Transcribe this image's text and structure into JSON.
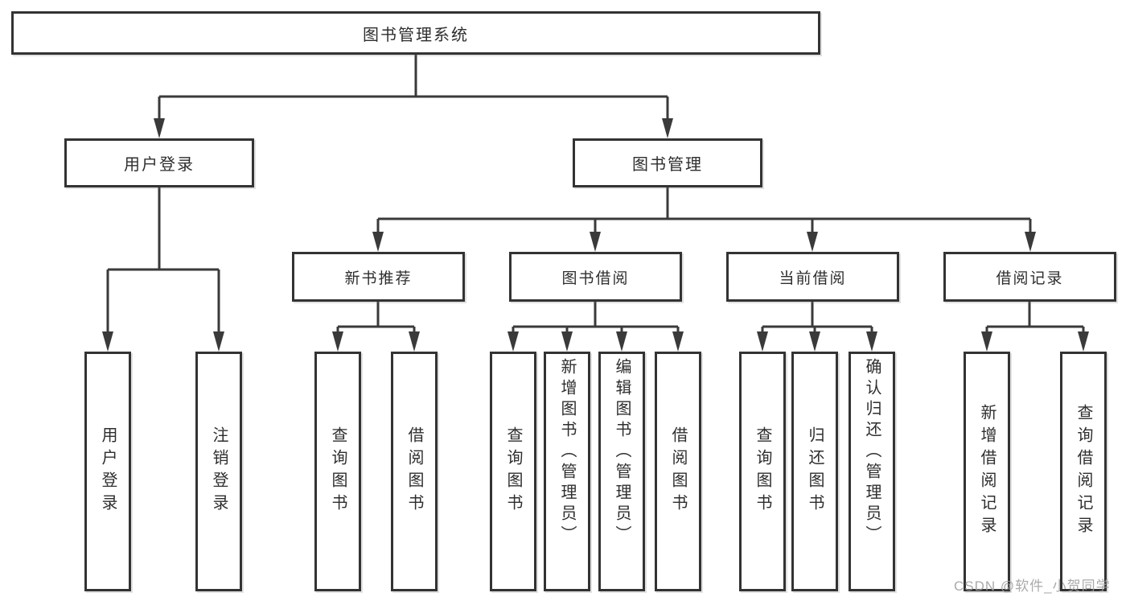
{
  "diagram_title": "图书管理系统",
  "tree": {
    "label": "图书管理系统",
    "children": [
      {
        "label": "用户登录",
        "children": [
          {
            "label": "用户登录"
          },
          {
            "label": "注销登录"
          }
        ]
      },
      {
        "label": "图书管理",
        "children": [
          {
            "label": "新书推荐",
            "children": [
              {
                "label": "查询图书"
              },
              {
                "label": "借阅图书"
              }
            ]
          },
          {
            "label": "图书借阅",
            "children": [
              {
                "label": "查询图书"
              },
              {
                "label": "新增图书（管理员）"
              },
              {
                "label": "编辑图书（管理员）"
              },
              {
                "label": "借阅图书"
              }
            ]
          },
          {
            "label": "当前借阅",
            "children": [
              {
                "label": "查询图书"
              },
              {
                "label": "归还图书"
              },
              {
                "label": "确认归还（管理员）"
              }
            ]
          },
          {
            "label": "借阅记录",
            "children": [
              {
                "label": "新增借阅记录"
              },
              {
                "label": "查询借阅记录"
              }
            ]
          }
        ]
      }
    ]
  },
  "watermark": {
    "text": "CSDN @软件_小贺同学"
  },
  "colors": {
    "line": "#3a3a3a",
    "box_border": "#333333",
    "text": "#2e2e2e",
    "watermark": "#9e9e9e",
    "background": "#ffffff"
  }
}
